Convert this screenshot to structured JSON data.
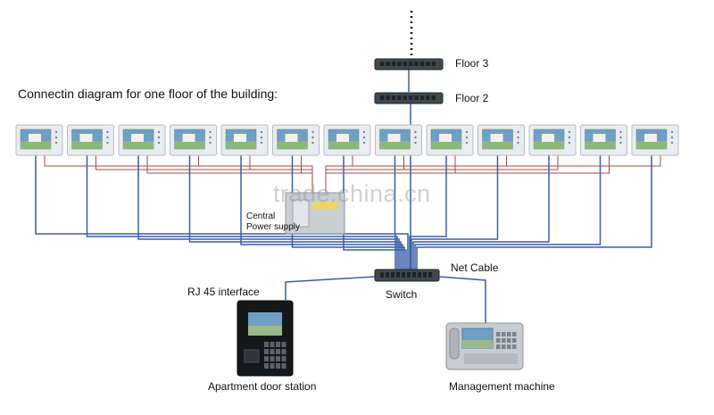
{
  "diagram": {
    "title": "Connectin diagram for one floor of the building:",
    "labels": {
      "floor3": "Floor 3",
      "floor2": "Floor 2",
      "central_power": "Central",
      "central_power_2": "Power supply",
      "net_cable": "Net Cable",
      "rj45": "RJ 45 interface",
      "switch": "Switch",
      "door_station": "Apartment door station",
      "management": "Management machine"
    },
    "watermark": "trade.china.cn",
    "monitor_count": 13,
    "colors": {
      "net_cable": "#3a5fa8",
      "power_cable": "#a04a44",
      "switch_body": "#3c4a50",
      "monitor_frame": "#e9edf1",
      "screen": "#6fa0c4"
    }
  }
}
